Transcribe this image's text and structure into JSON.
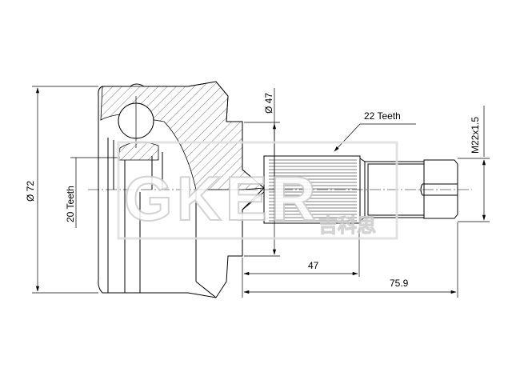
{
  "drawing": {
    "outer_diameter_label": "Ø 72",
    "inner_teeth_label": "20 Teeth",
    "neck_diameter_label": "Ø 47",
    "outer_teeth_label": "22 Teeth",
    "thread_label": "M22x1.5",
    "spline_length_label": "47",
    "total_length_label": "75.9"
  },
  "watermark": {
    "brand": "GKER",
    "chinese": "吉科思"
  },
  "colors": {
    "line": "#000000",
    "hatch": "#555555",
    "watermark": "#cccccc"
  }
}
